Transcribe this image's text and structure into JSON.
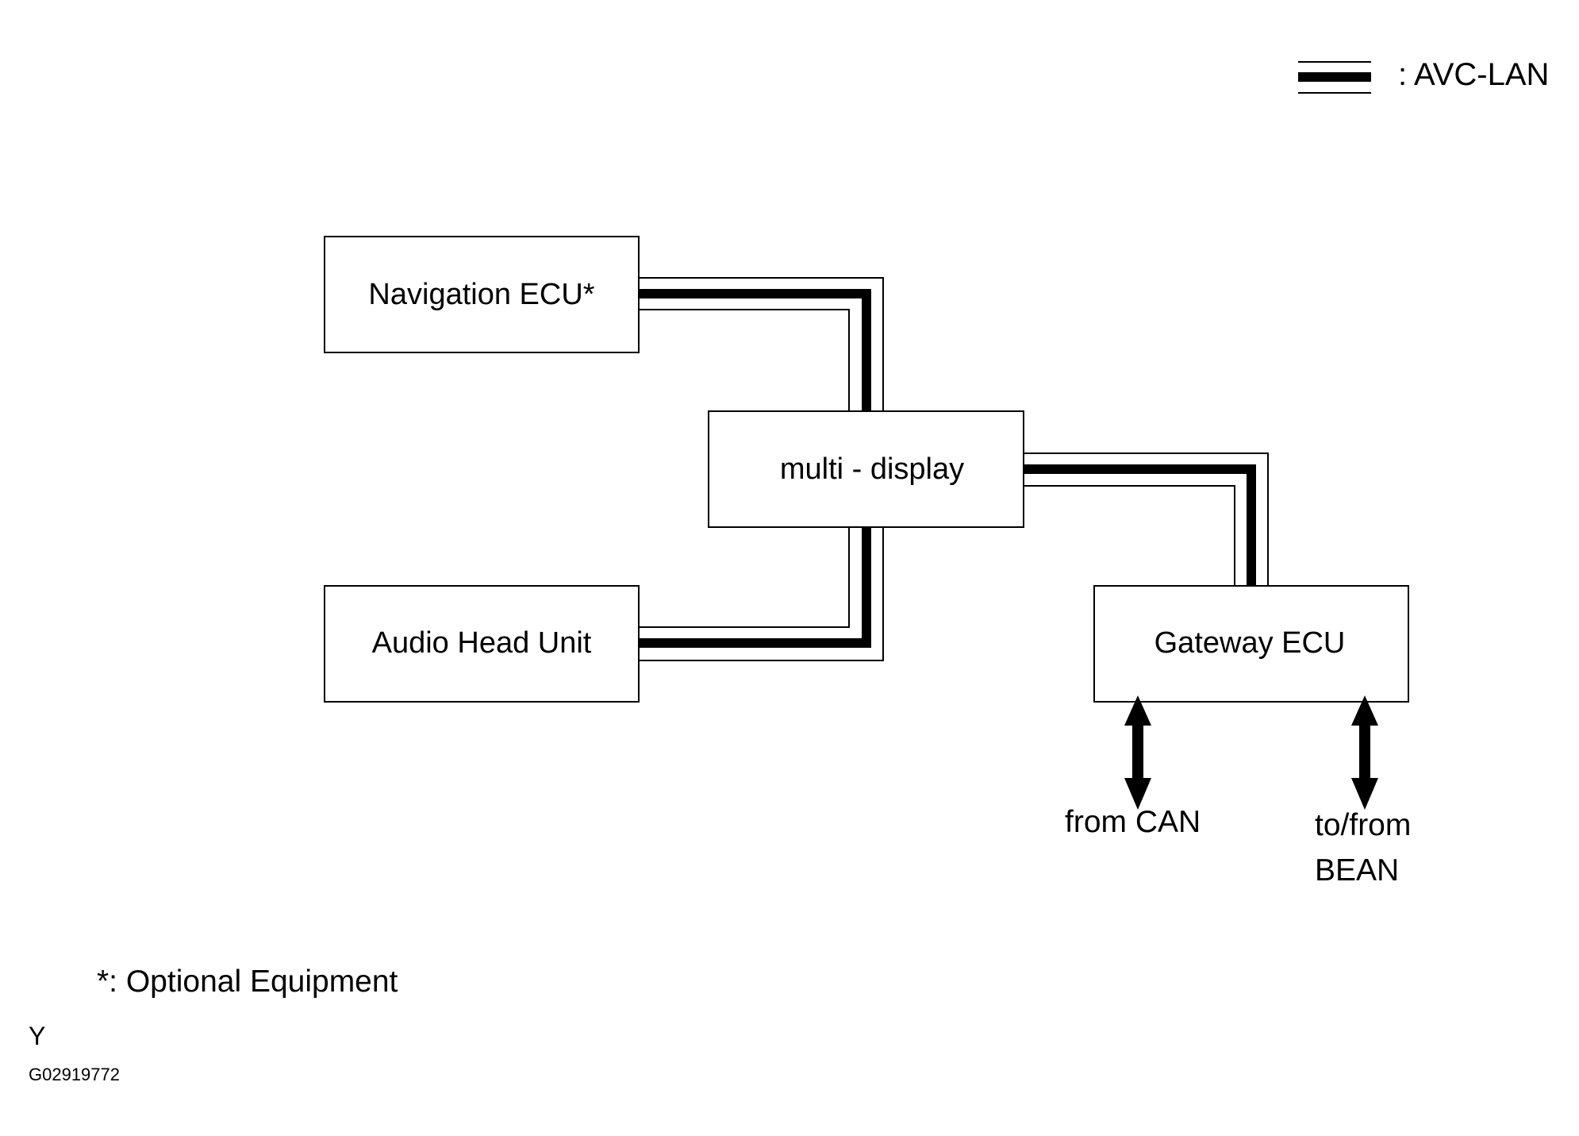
{
  "legend": {
    "label": ": AVC-LAN"
  },
  "nodes": {
    "navigation_ecu": "Navigation ECU*",
    "multi_display": "multi - display",
    "audio_head_unit": "Audio Head Unit",
    "gateway_ecu": "Gateway ECU"
  },
  "external": {
    "can": "from CAN",
    "bean_line1": "to/from",
    "bean_line2": "BEAN"
  },
  "footnote": "*: Optional Equipment",
  "side_mark": "Y",
  "figure_code": "G02919772",
  "connections": [
    {
      "from": "Navigation ECU*",
      "to": "multi - display",
      "type": "AVC-LAN"
    },
    {
      "from": "Audio Head Unit",
      "to": "multi - display",
      "type": "AVC-LAN"
    },
    {
      "from": "multi - display",
      "to": "Gateway ECU",
      "type": "AVC-LAN"
    },
    {
      "from": "Gateway ECU",
      "to": "from CAN",
      "type": "bidirectional"
    },
    {
      "from": "Gateway ECU",
      "to": "to/from BEAN",
      "type": "bidirectional"
    }
  ]
}
